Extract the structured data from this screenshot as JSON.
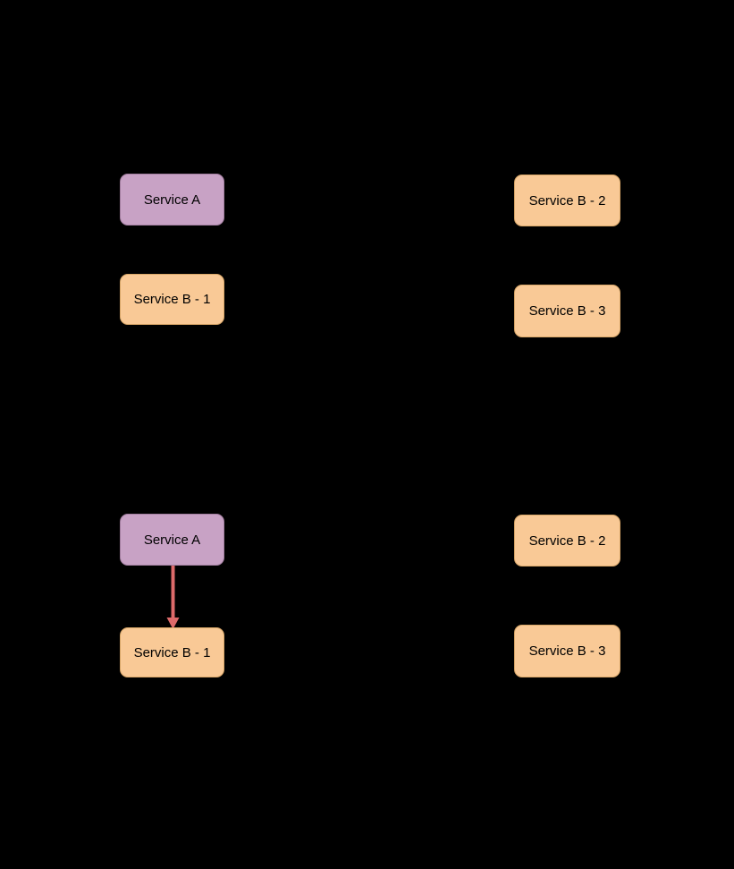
{
  "diagram": {
    "colors": {
      "background": "#000000",
      "service_a_fill": "#c8a2c5",
      "service_a_border": "#a27e9f",
      "service_b_fill": "#f9c996",
      "service_b_border": "#d8a668",
      "arrow": "#dd6a6a",
      "label_text": "#000000"
    },
    "top": {
      "service_a": {
        "label": "Service A"
      },
      "service_b_1": {
        "label": "Service B - 1"
      },
      "service_b_2": {
        "label": "Service B - 2"
      },
      "service_b_3": {
        "label": "Service B - 3"
      }
    },
    "bottom": {
      "service_a": {
        "label": "Service A"
      },
      "service_b_1": {
        "label": "Service B - 1"
      },
      "service_b_2": {
        "label": "Service B - 2"
      },
      "service_b_3": {
        "label": "Service B - 3"
      },
      "edge": {
        "from": "Service A",
        "to": "Service B - 1"
      }
    }
  }
}
